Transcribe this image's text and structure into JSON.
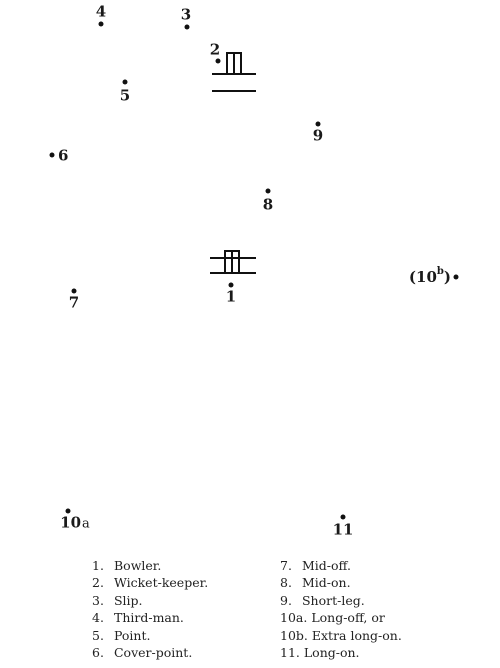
{
  "fielders": [
    {
      "id": "1",
      "label": "1",
      "sup": "",
      "suffix": ""
    },
    {
      "id": "2",
      "label": "2",
      "sup": "",
      "suffix": ""
    },
    {
      "id": "3",
      "label": "3",
      "sup": "",
      "suffix": ""
    },
    {
      "id": "4",
      "label": "4",
      "sup": "",
      "suffix": ""
    },
    {
      "id": "5",
      "label": "5",
      "sup": "",
      "suffix": ""
    },
    {
      "id": "6",
      "label": "6",
      "sup": "",
      "suffix": ""
    },
    {
      "id": "7",
      "label": "7",
      "sup": "",
      "suffix": ""
    },
    {
      "id": "8",
      "label": "8",
      "sup": "",
      "suffix": ""
    },
    {
      "id": "9",
      "label": "9",
      "sup": "",
      "suffix": ""
    },
    {
      "id": "10a",
      "label": "10",
      "sup": "",
      "suffix": "a"
    },
    {
      "id": "10b",
      "label": "(10",
      "sup": "b",
      "suffix": ")"
    },
    {
      "id": "11",
      "label": "11",
      "sup": "",
      "suffix": ""
    }
  ],
  "legend": [
    {
      "num": "1.",
      "text": "Bowler."
    },
    {
      "num": "2.",
      "text": "Wicket-keeper."
    },
    {
      "num": "3.",
      "text": "Slip."
    },
    {
      "num": "4.",
      "text": "Third-man."
    },
    {
      "num": "5.",
      "text": "Point."
    },
    {
      "num": "6.",
      "text": "Cover-point."
    },
    {
      "num": "7.",
      "text": "Mid-off."
    },
    {
      "num": "8.",
      "text": "Mid-on."
    },
    {
      "num": "9.",
      "text": "Short-leg."
    },
    {
      "num": "10a.",
      "text": "Long-off, or"
    },
    {
      "num": "10b.",
      "text": "Extra long-on."
    },
    {
      "num": "11.",
      "text": "Long-on."
    }
  ],
  "colors": {
    "ink": "#111111",
    "background": "#ffffff"
  }
}
